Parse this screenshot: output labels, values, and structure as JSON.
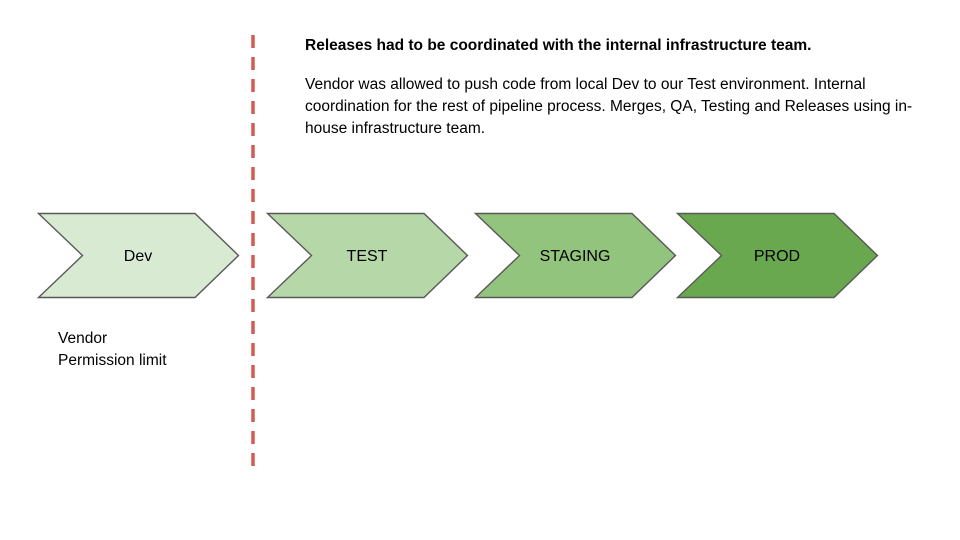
{
  "header": {
    "title": "Releases had to be coordinated with the internal infrastructure team.",
    "body": "Vendor was allowed to push code from local Dev to our Test environment. Internal coordination for the rest of pipeline process. Merges, QA, Testing and Releases using in-house infrastructure team."
  },
  "pipeline": {
    "stages": [
      {
        "label": "Dev",
        "fill": "#d9ead3"
      },
      {
        "label": "TEST",
        "fill": "#b6d7a8"
      },
      {
        "label": "STAGING",
        "fill": "#93c47d"
      },
      {
        "label": "PROD",
        "fill": "#6aa84f"
      }
    ],
    "stroke": "#595959"
  },
  "divider": {
    "color": "#d25b53"
  },
  "annotation": {
    "lines": [
      "Vendor",
      "Permission limit"
    ]
  }
}
